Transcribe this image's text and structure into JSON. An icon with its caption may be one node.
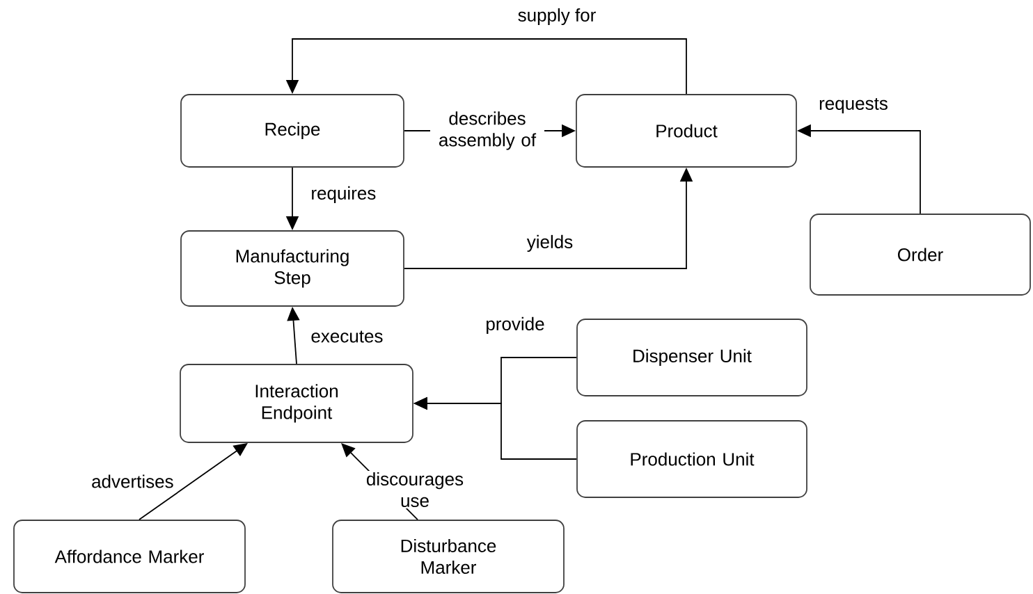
{
  "diagram": {
    "nodes": [
      {
        "text": [
          "Recipe"
        ]
      },
      {
        "text": [
          "Product"
        ]
      },
      {
        "text": [
          "Manufacturing Step"
        ]
      },
      {
        "text": [
          "Order"
        ]
      },
      {
        "text": [
          "Interaction Endpoint"
        ]
      },
      {
        "text": [
          "Dispenser Unit"
        ]
      },
      {
        "text": [
          "Production Unit"
        ]
      },
      {
        "text": [
          "Affordance Marker"
        ]
      },
      {
        "text": [
          "Disturbance Marker"
        ]
      }
    ],
    "edges": [
      {
        "from": 1,
        "to": 0,
        "arrow": "to",
        "label": "supply for"
      },
      {
        "from": 0,
        "to": 1,
        "arrow": "to",
        "label": "describes assembly of"
      },
      {
        "from": 0,
        "to": 2,
        "arrow": "to",
        "label": "requires"
      },
      {
        "from": 2,
        "to": 1,
        "arrow": "to",
        "label": "yields"
      },
      {
        "from": 3,
        "to": 1,
        "arrow": "to",
        "label": "requests"
      },
      {
        "from": 4,
        "to": 2,
        "arrow": "to",
        "label": "executes"
      },
      {
        "from": 5,
        "to": 4,
        "arrow": "to",
        "label": "provide"
      },
      {
        "from": 6,
        "to": 4,
        "arrow": "to"
      },
      {
        "from": 7,
        "to": 4,
        "arrow": "to",
        "label": "advertises"
      },
      {
        "from": 8,
        "to": 4,
        "arrow": "to",
        "label": "discourages use"
      }
    ]
  }
}
